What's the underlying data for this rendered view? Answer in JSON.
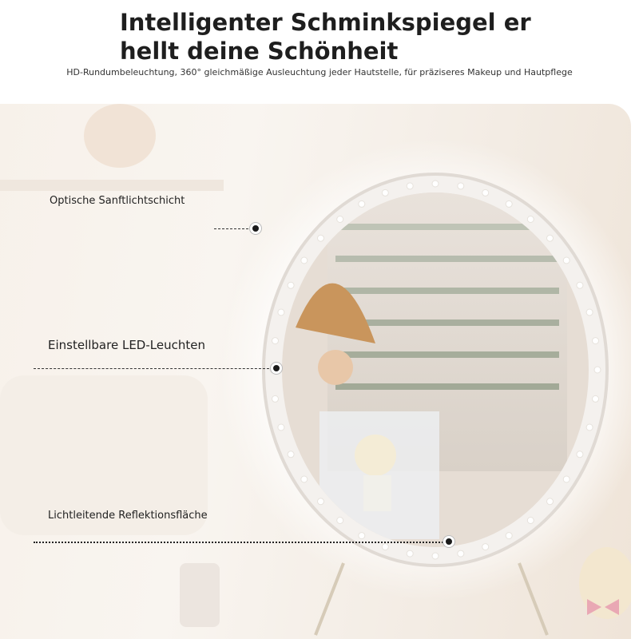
{
  "header": {
    "title_line1": "Intelligenter Schminkspiegel er",
    "title_line2": "hellt deine Schönheit",
    "subtitle": "HD-Rundumbeleuchtung, 360° gleichmäßige Ausleuchtung jeder Hautstelle, für präziseres Makeup und Hautpflege"
  },
  "callouts": [
    {
      "label": "Optische Sanftlichtschicht"
    },
    {
      "label": "Einstellbare LED-Leuchten"
    },
    {
      "label": "Lichtleitende Reflektionsfläche"
    }
  ],
  "colors": {
    "background": "#ffffff",
    "scene_warm": "#f3ece4",
    "mirror_frame": "#f4f1ee",
    "led_glow": "#ffffff",
    "accent_dark": "#1b1b1b"
  }
}
